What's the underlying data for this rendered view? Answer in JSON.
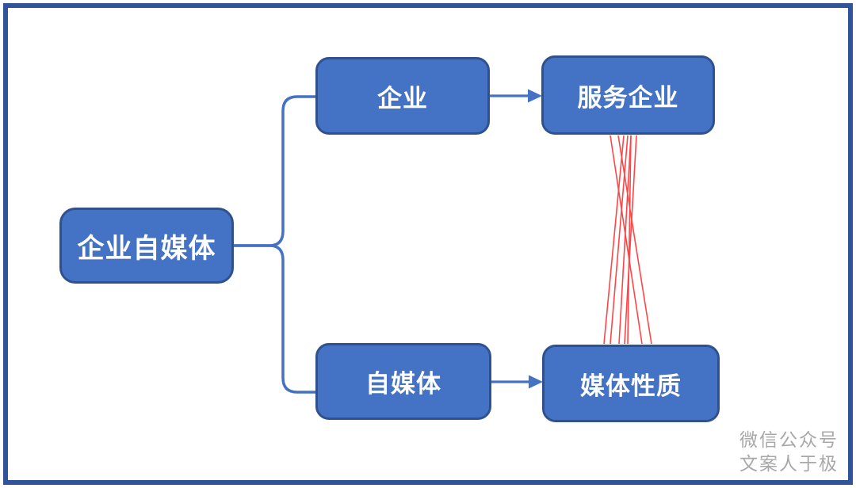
{
  "title": "enterprise-self-media-diagram",
  "colors": {
    "box_fill": "#4472C4",
    "box_border": "#2F528F",
    "connector_blue": "#4472C4",
    "relation_red": "#FF3232",
    "frame_blue": "#30549A",
    "box_text": "#FFFFFF",
    "watermark_gray": "#A8A8A8",
    "background": "#FFFFFF"
  },
  "diagram": {
    "nodes": [
      {
        "id": "root",
        "label": "企业自媒体"
      },
      {
        "id": "enterprise",
        "label": "企业"
      },
      {
        "id": "service",
        "label": "服务企业"
      },
      {
        "id": "selfmedia",
        "label": "自媒体"
      },
      {
        "id": "medianature",
        "label": "媒体性质"
      }
    ],
    "edges": [
      {
        "from": "企业自媒体",
        "to": "企业",
        "style": "blue-elbow-connector"
      },
      {
        "from": "企业自媒体",
        "to": "自媒体",
        "style": "blue-elbow-connector"
      },
      {
        "from": "企业",
        "to": "服务企业",
        "style": "blue-arrow"
      },
      {
        "from": "自媒体",
        "to": "媒体性质",
        "style": "blue-arrow"
      },
      {
        "from": "服务企业",
        "to": "媒体性质",
        "style": "red-scribble-lines",
        "line_count": 7
      }
    ]
  },
  "watermark": {
    "line1": "微信公众号",
    "line2": "文案人于极"
  }
}
